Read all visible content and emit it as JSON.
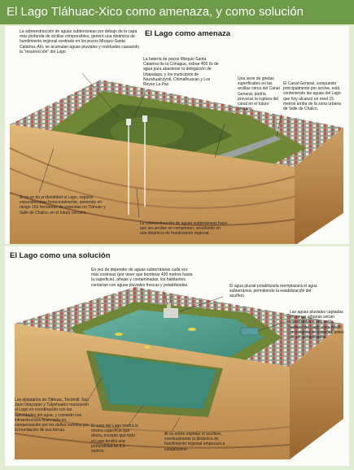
{
  "title": "El Lago Tláhuac-Xico como amenaza, y como solución",
  "section1": {
    "heading": "El Lago como amenaza",
    "notes": [
      "La sobreextracción de aguas subterráneas por debajo de la capa más profunda de arcillas compresibles, generó una dinámica de hundimiento regional centrado en los pozos Mixquic-Santa Catarina. Ahí, se acumulan aguas pluviales y residuales causando la “resurrección” del Lago.",
      "La batería de pozos Mixquic-Santa Catarina de la Conagua, extrae 400 l/s de agua para abastecer la delegación de Iztapalapa, y los municipios de Nezahualcóyotl, Chimalhuacan y Los Reyes La Paz.",
      "Una serie de grietas superficiales en las arcillas cerca del Canal General, podría provocar la ruptura del canal en el futuro cercano.",
      "El Canal General, compuesto principalmente por azolve, está conteniendo las aguas del Lago que hoy alcanzó un nivel 15 metros arriba de la zona urbana de Valle de Chalco.",
      "Si no se da profundidad al Lago, seguirá expandiéndose horizontalmente, poniendo en riesgo 150 hectáreas de viviendas en Tláhuac y Valle de Chalco, en el futuro cercano.",
      "La sobreextracción de aguas subterráneas hace que las arcillas se compriman, resultando en una dinámica de hundimiento regional."
    ]
  },
  "section2": {
    "heading": "El Lago como una solución",
    "notes": [
      "En vez de depender de aguas subterráneas cada vez más costosas (por tener que bombear 400 metros hasta la superficie), añejas y contaminadas, los habitantes contarían con aguas pluviales frescas y potabilizadas.",
      "El agua pluvial potabilizada reemplazará el agua subterránea, permitiendo la estabilización del acuífero.",
      "Las aguas pluviales captadas en zonas urbanas serían canalizadas a una celda aislada del Lago, para recibir un tratamiento especial, antes de ser potabilizadas.",
      "Los ejidatarios de Tláhuac, Tecomitl, San Juan Ixtayopan y Tulyehualco manejarán el Lago en coordinación con las autoridades del agua, y contarán con infraestructura financiada en compensación por los daños sufridos por la inundación de sus tierras.",
      "El vaso del Lago tendrá la misma superficie que ahora, excepto que todo el Lago tendrá una profundidad de 8.5 metros.",
      "Al no sobre explotar el acuífero, eventualmente la dinámica de hundimiento regional empezará a estabilizarse."
    ]
  },
  "colors": {
    "title_bar": "#6f9a4a",
    "background": "#e2ecd2",
    "soil": "#c99a5a",
    "grass": "#708a38",
    "lake_water": "#4e9a8a"
  }
}
